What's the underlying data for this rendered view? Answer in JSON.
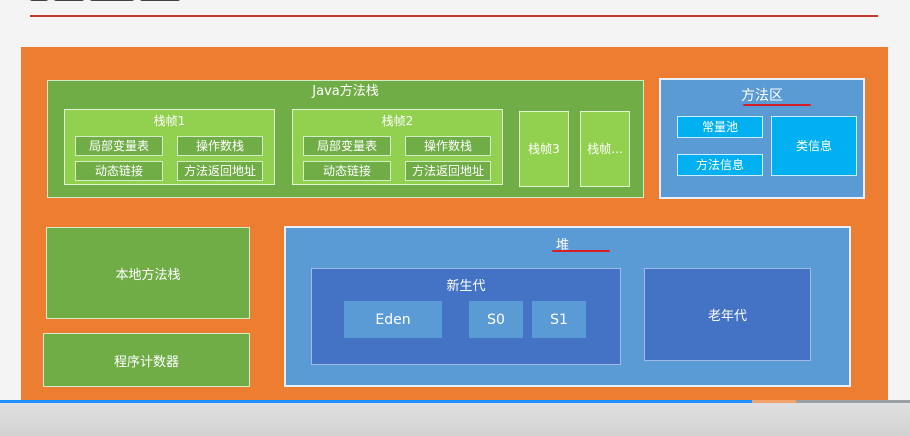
{
  "java_stack": {
    "title": "Java方法栈",
    "frames": [
      {
        "title": "栈帧1",
        "cells": [
          "局部变量表",
          "操作数栈",
          "动态链接",
          "方法返回地址"
        ]
      },
      {
        "title": "栈帧2",
        "cells": [
          "局部变量表",
          "操作数栈",
          "动态链接",
          "方法返回地址"
        ]
      }
    ],
    "frame3": "栈帧3",
    "frame_more": "栈帧..."
  },
  "method_area": {
    "title": "方法区",
    "constant_pool": "常量池",
    "method_info": "方法信息",
    "class_info": "类信息"
  },
  "native_stack": "本地方法栈",
  "pc_register": "程序计数器",
  "heap": {
    "title": "堆",
    "young": "新生代",
    "eden": "Eden",
    "s0": "S0",
    "s1": "S1",
    "old": "老年代"
  },
  "colors": {
    "outer": "#ed7d31",
    "green": "#70ad47",
    "light_green": "#92d050",
    "blue": "#5b9bd5",
    "dark_blue": "#4472c4",
    "cyan": "#00b0f0",
    "annotation": "#d81c2a"
  }
}
